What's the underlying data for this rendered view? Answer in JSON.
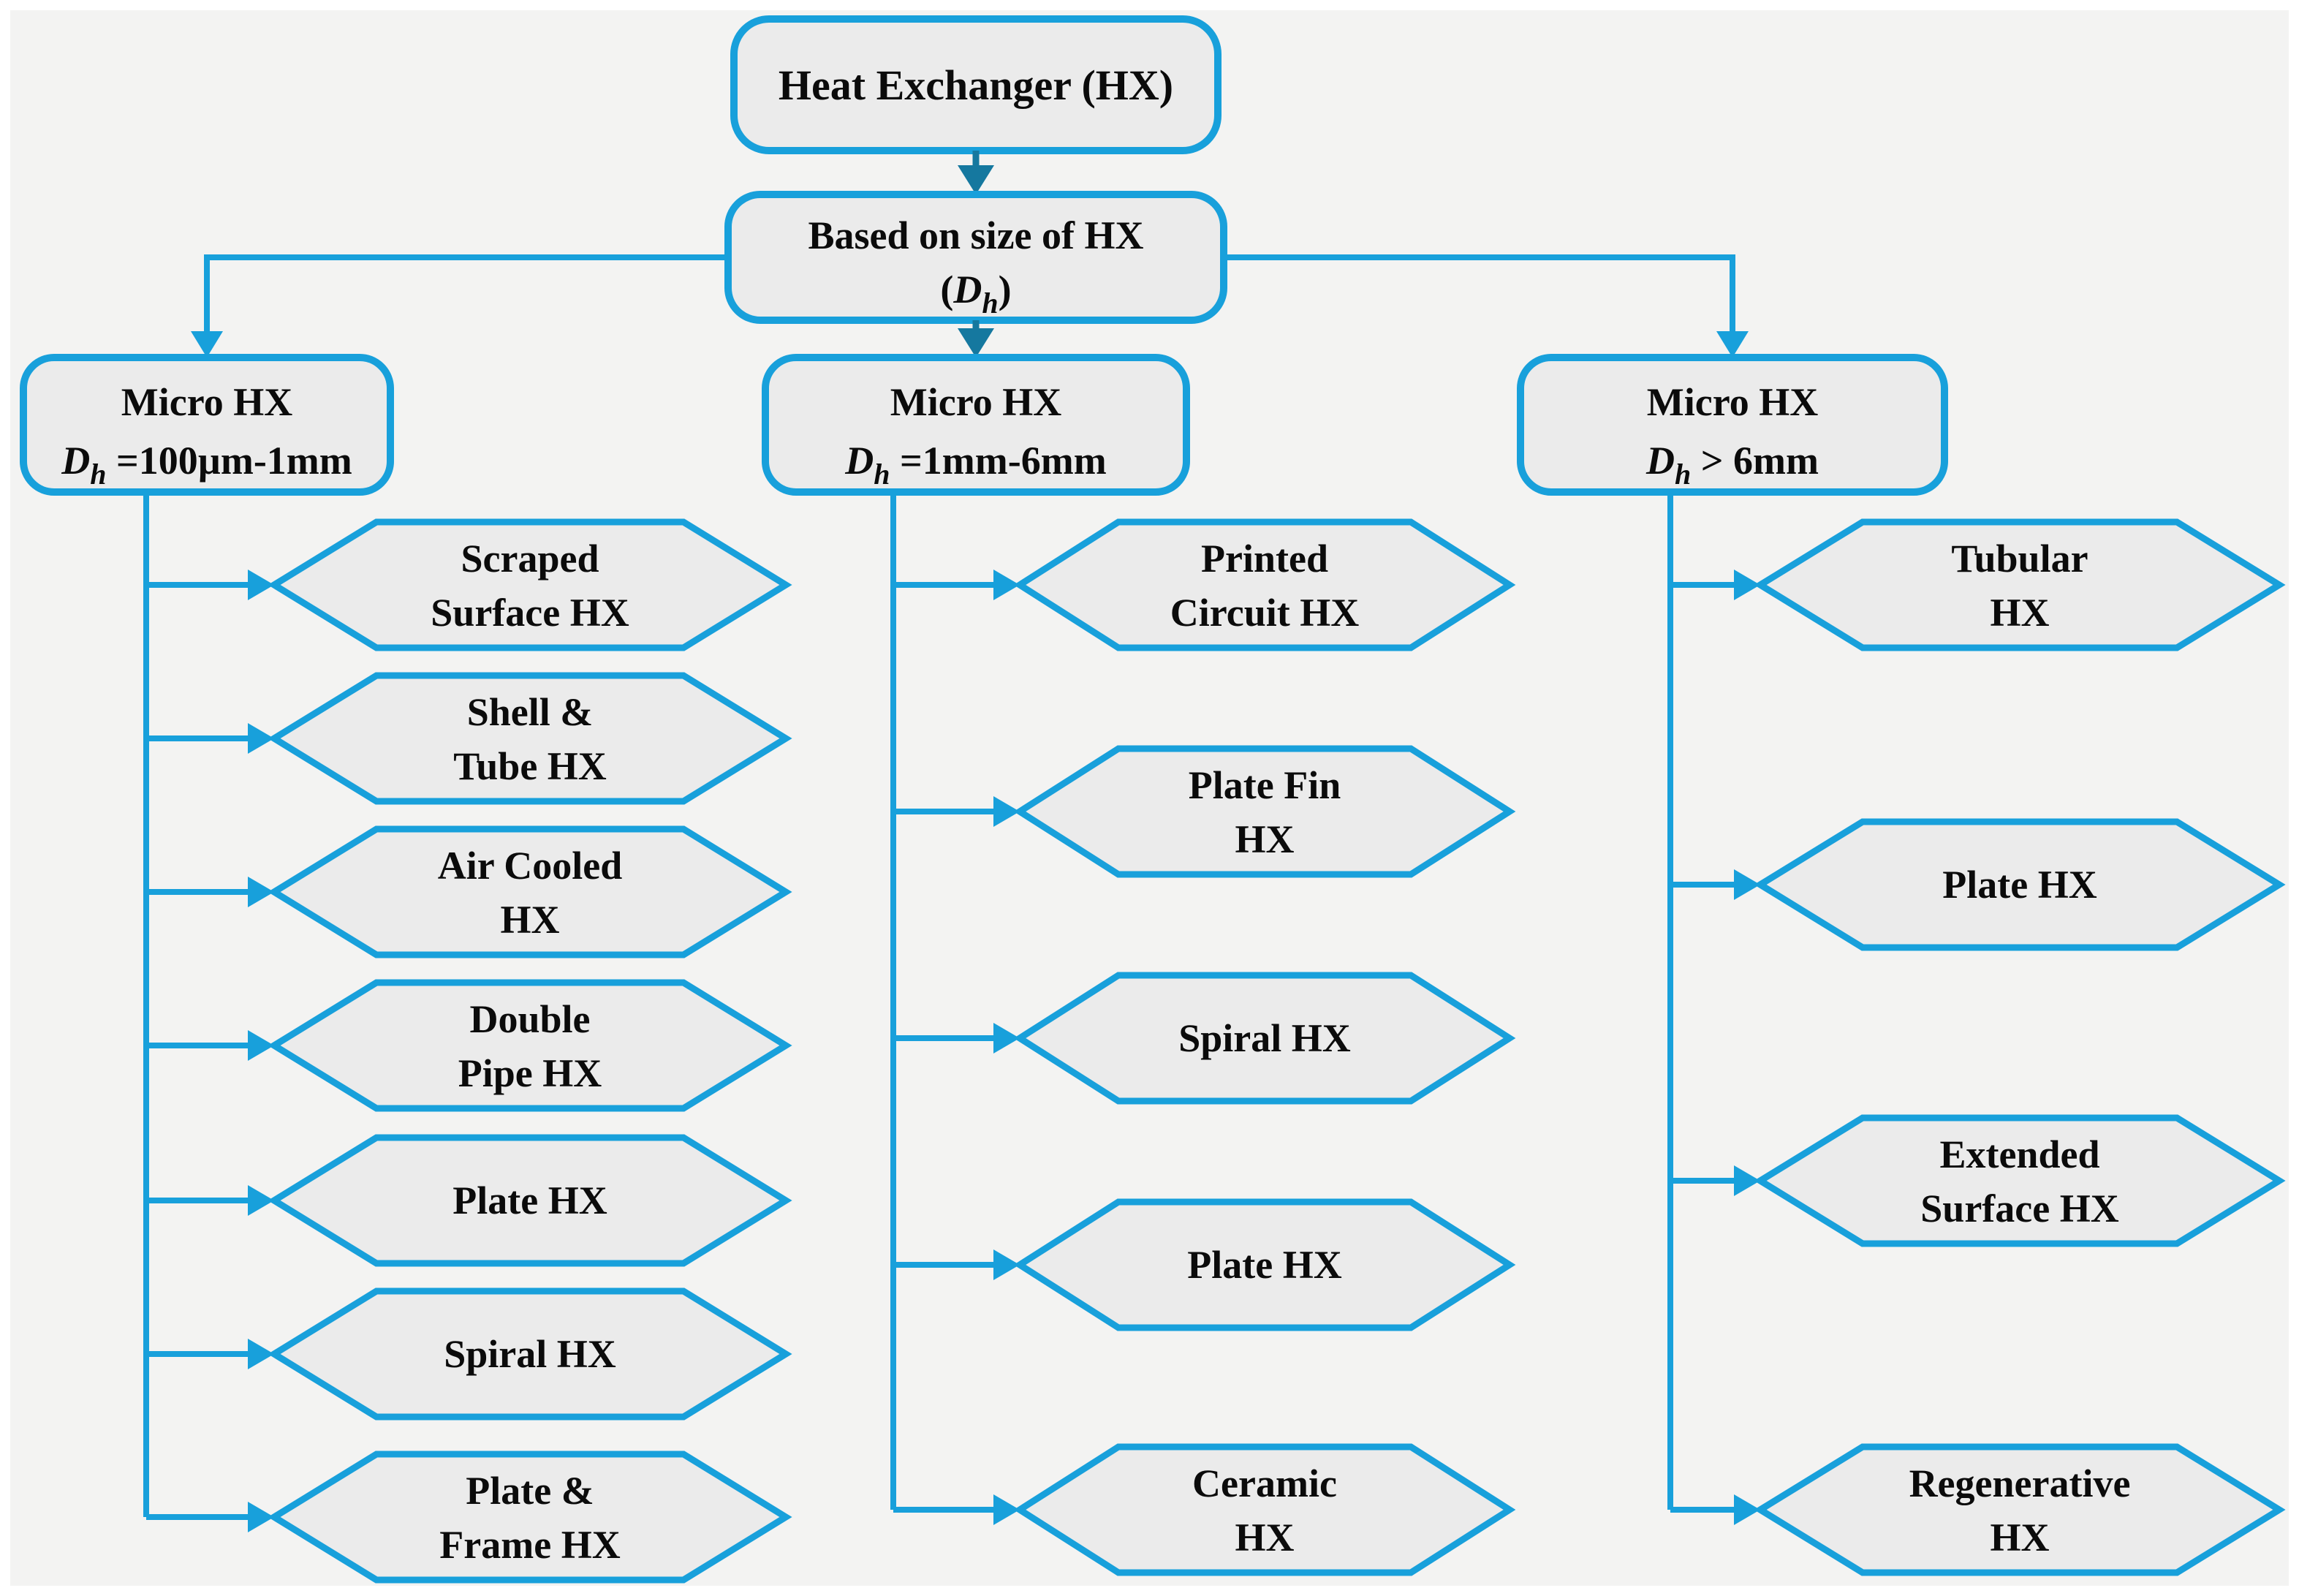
{
  "diagram": {
    "root": {
      "label": "Heat Exchanger (HX)"
    },
    "size": {
      "line1": "Based on size of HX",
      "p1": "(",
      "D": "D",
      "sub": "h",
      "p2": ")"
    },
    "columns": [
      {
        "header": {
          "title": "Micro HX",
          "D": "D",
          "sub": "h",
          "range": " =100µm-1mm"
        },
        "items": [
          {
            "line1": "Scraped",
            "line2": "Surface HX"
          },
          {
            "line1": "Shell &",
            "line2": "Tube HX"
          },
          {
            "line1": "Air Cooled",
            "line2": "HX"
          },
          {
            "line1": "Double",
            "line2": "Pipe HX"
          },
          {
            "line1": "Plate HX",
            "line2": ""
          },
          {
            "line1": "Spiral HX",
            "line2": ""
          },
          {
            "line1": "Plate &",
            "line2": "Frame HX"
          }
        ]
      },
      {
        "header": {
          "title": "Micro HX",
          "D": "D",
          "sub": "h",
          "range": " =1mm-6mm"
        },
        "items": [
          {
            "line1": "Printed",
            "line2": "Circuit HX"
          },
          {
            "line1": "Plate Fin",
            "line2": "HX"
          },
          {
            "line1": "Spiral HX",
            "line2": ""
          },
          {
            "line1": "Plate HX",
            "line2": ""
          },
          {
            "line1": "Ceramic",
            "line2": "HX"
          }
        ]
      },
      {
        "header": {
          "title": "Micro HX",
          "D": "D",
          "sub": "h",
          "range": " > 6mm"
        },
        "items": [
          {
            "line1": "Tubular",
            "line2": "HX"
          },
          {
            "line1": "Plate HX",
            "line2": ""
          },
          {
            "line1": "Extended",
            "line2": "Surface HX"
          },
          {
            "line1": "Regenerative",
            "line2": "HX"
          }
        ]
      }
    ],
    "colors": {
      "accent_blue": "#18a0db",
      "arrow_teal": "#15789f",
      "node_fill": "#ebebeb",
      "panel_background": "#f3f3f2",
      "text": "#0b0b0b"
    }
  }
}
